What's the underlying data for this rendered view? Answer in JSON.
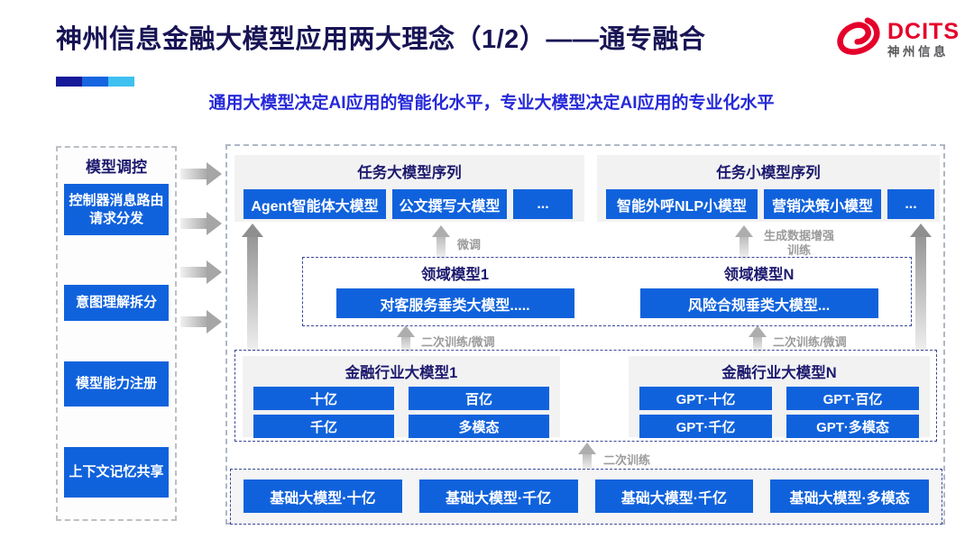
{
  "header": {
    "title": "神州信息金融大模型应用两大理念（1/2）——通专融合",
    "subtitle": "通用大模型决定AI应用的智能化水平，专业大模型决定AI应用的专业化水平",
    "logo": {
      "brand": "DCITS",
      "brand_cn": "神州信息"
    },
    "accent_colors": [
      "#161A99",
      "#1565E0",
      "#3EC1F0"
    ]
  },
  "sidebar": {
    "title": "模型调控",
    "items": [
      "控制器消息路由请求分发",
      "意图理解拆分",
      "模型能力注册",
      "上下文记忆共享"
    ]
  },
  "main": {
    "task_large": {
      "title": "任务大模型序列",
      "buttons": [
        "Agent智能体大模型",
        "公文撰写大模型",
        "..."
      ]
    },
    "task_small": {
      "title": "任务小模型序列",
      "buttons": [
        "智能外呼NLP小模型",
        "营销决策小模型",
        "..."
      ]
    },
    "flow_labels": {
      "finetune": "微调",
      "gen_data_training": "生成数据增强训练",
      "secondary_training_finetune": "二次训练/微调",
      "secondary_training": "二次训练"
    },
    "domain_models": [
      {
        "title": "领域模型1",
        "button": "对客服务垂类大模型....."
      },
      {
        "title": "领域模型N",
        "button": "风险合规垂类大模型..."
      }
    ],
    "industry_models": [
      {
        "title": "金融行业大模型1",
        "buttons": [
          "十亿",
          "百亿",
          "千亿",
          "多模态"
        ]
      },
      {
        "title": "金融行业大模型N",
        "buttons": [
          "GPT·十亿",
          "GPT·百亿",
          "GPT·千亿",
          "GPT·多模态"
        ]
      }
    ],
    "base_models": [
      "基础大模型·十亿",
      "基础大模型·千亿",
      "基础大模型·千亿",
      "基础大模型·多模态"
    ]
  },
  "colors": {
    "button_blue": "#1062DC",
    "heading_navy": "#1D1A6E",
    "title_navy": "#181455",
    "subtitle_blue": "#2629D8",
    "logo_red": "#E5002B",
    "arrow_gray": "#A6A6A6"
  }
}
